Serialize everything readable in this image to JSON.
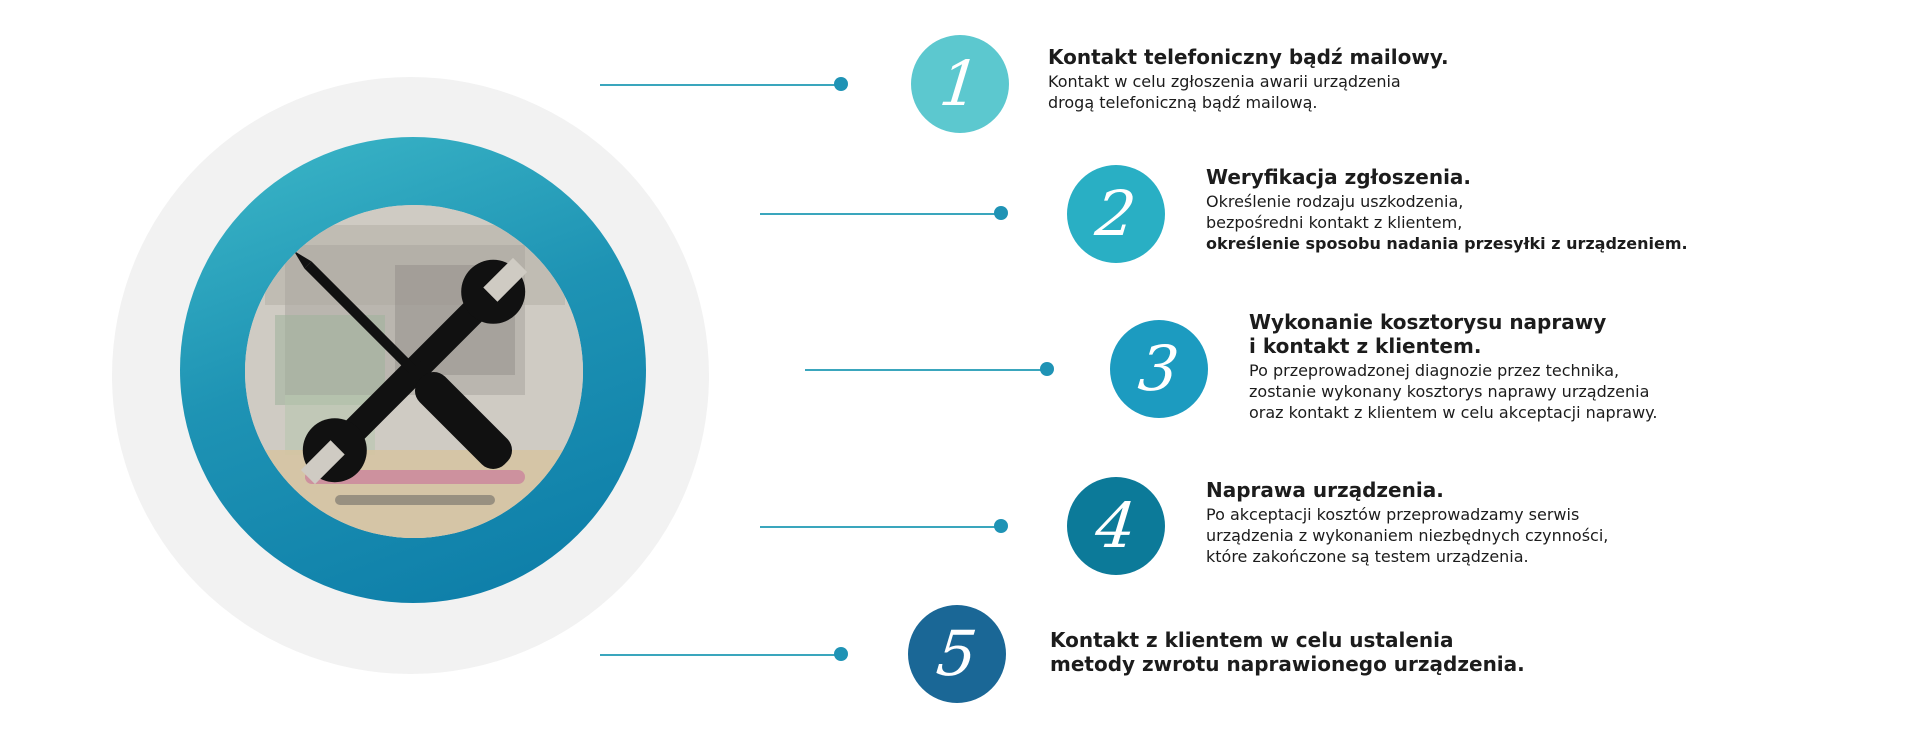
{
  "colors": {
    "step1": "#5cc8cf",
    "step2": "#29afc4",
    "step3": "#1c9bc0",
    "step4": "#0c7a99",
    "step5": "#1a6796",
    "connector": "#3aa6bd",
    "dot": "#1f93b5"
  },
  "hub": {
    "icon": "wrench-screwdriver-icon"
  },
  "steps": [
    {
      "number": "1",
      "title": "Kontakt telefoniczny bądź mailowy.",
      "lines": [
        "Kontakt w celu zgłoszenia awarii urządzenia",
        "drogą telefoniczną bądź mailową."
      ]
    },
    {
      "number": "2",
      "title": "Weryfikacja zgłoszenia.",
      "lines": [
        "Określenie rodzaju uszkodzenia,",
        "bezpośredni kontakt z klientem,",
        "określenie sposobu nadania przesyłki z urządzeniem."
      ]
    },
    {
      "number": "3",
      "title": "Wykonanie kosztorysu naprawy\ni kontakt z klientem.",
      "lines": [
        "Po przeprowadzonej diagnozie przez technika,",
        "zostanie wykonany kosztorys naprawy urządzenia",
        "oraz kontakt z klientem w celu akceptacji naprawy."
      ]
    },
    {
      "number": "4",
      "title": "Naprawa urządzenia.",
      "lines": [
        "Po akceptacji kosztów przeprowadzamy serwis",
        "urządzenia z wykonaniem niezbędnych czynności,",
        "które zakończone są testem urządzenia."
      ]
    },
    {
      "number": "5",
      "title": "Kontakt z klientem w celu ustalenia\nmetody zwrotu naprawionego urządzenia.",
      "lines": []
    }
  ]
}
